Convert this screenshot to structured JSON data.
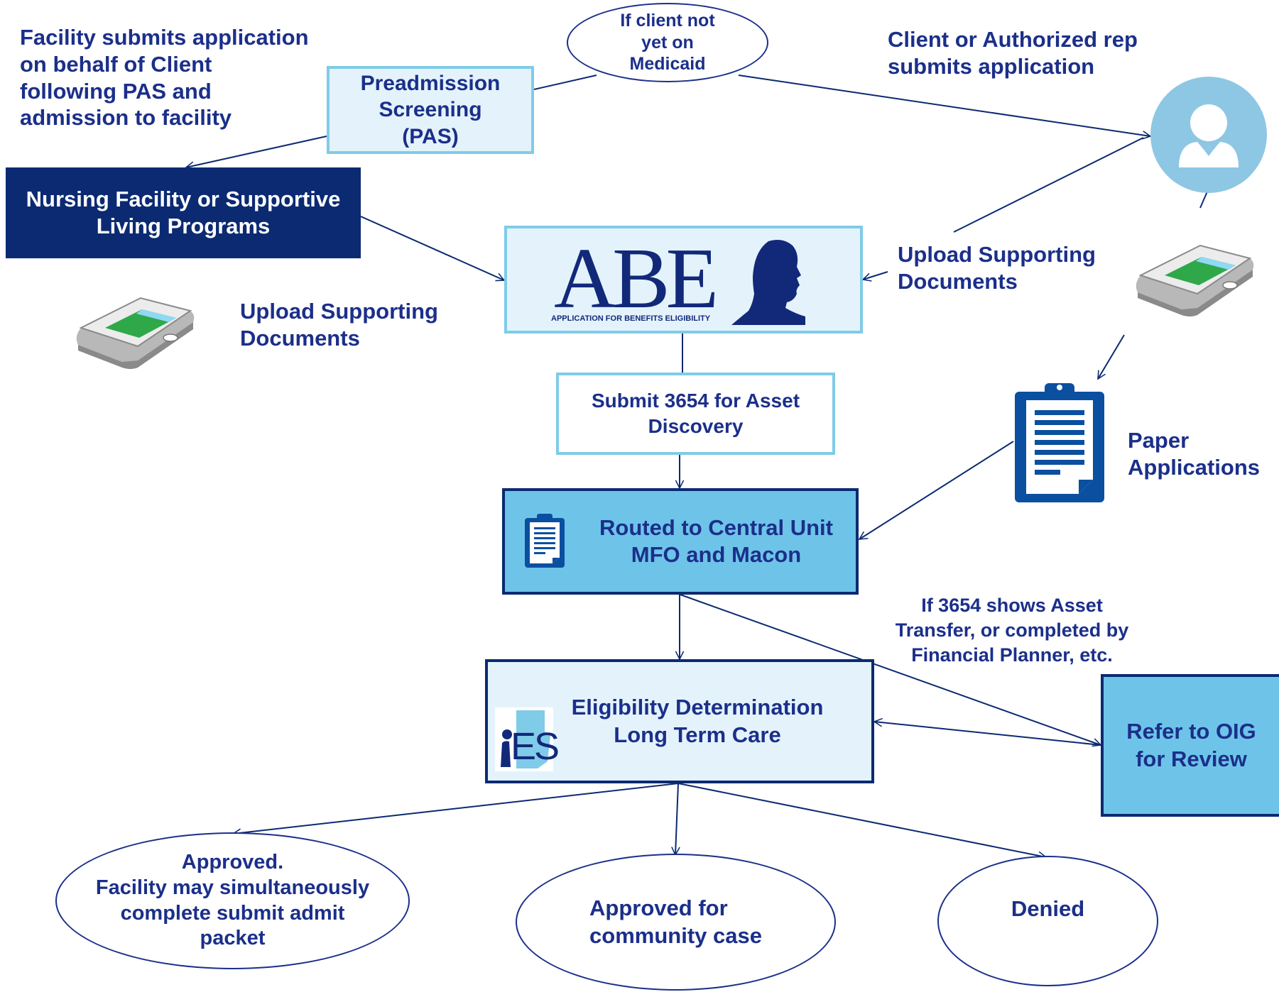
{
  "colors": {
    "navy": "#0b2a72",
    "text_blue": "#1b2f8a",
    "light_blue_fill": "#e4f3fb",
    "light_blue_border": "#7fcbe8",
    "medium_blue_fill": "#6ec4e8",
    "avatar_circle": "#8ec7e4",
    "arrow": "#0b2a72"
  },
  "top_oval": {
    "label": "If client not\nyet on\nMedicaid"
  },
  "facility_note": {
    "text": "Facility submits application\non behalf of Client\nfollowing PAS and\nadmission to facility"
  },
  "client_note": {
    "text": "Client or Authorized rep\nsubmits application"
  },
  "pas_box": {
    "label": "Preadmission\nScreening\n(PAS)"
  },
  "nursing_box": {
    "label": "Nursing Facility or Supportive\nLiving Programs"
  },
  "abe_box": {
    "logo_text": "ABE",
    "subtitle": "APPLICATION FOR BENEFITS ELIGIBILITY"
  },
  "upload_left": {
    "text": "Upload Supporting\nDocuments"
  },
  "upload_right": {
    "text": "Upload Supporting\nDocuments"
  },
  "submit_box": {
    "label": "Submit 3654 for Asset\nDiscovery"
  },
  "paper_apps": {
    "text": "Paper\nApplications"
  },
  "routed_box": {
    "label": "Routed to Central Unit\nMFO and Macon"
  },
  "asset_note": {
    "text": "If 3654 shows Asset\nTransfer, or completed by\nFinancial Planner, etc."
  },
  "eligibility_box": {
    "label": "Eligibility Determination\nLong Term Care",
    "logo_text": "ES"
  },
  "oig_box": {
    "label": "Refer to OIG\nfor Review"
  },
  "outcomes": {
    "approved": "Approved.\nFacility may simultaneously\ncomplete submit admit\npacket",
    "community": "Approved for\ncommunity case",
    "denied": "Denied"
  },
  "icons": {
    "avatar": "user-avatar-icon",
    "scanner_left": "scanner-icon",
    "scanner_right": "scanner-icon",
    "clipboard_large": "clipboard-icon",
    "clipboard_small": "clipboard-icon",
    "abe_profile": "lincoln-profile-icon",
    "ies_logo": "ies-logo-icon"
  }
}
